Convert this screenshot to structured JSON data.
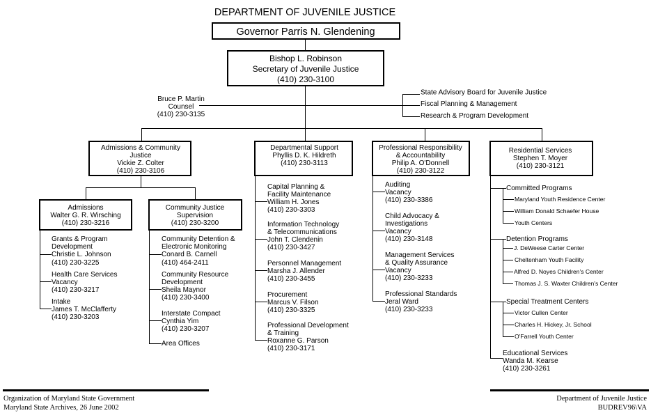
{
  "title": "DEPARTMENT OF JUVENILE JUSTICE",
  "governor": {
    "name": "Governor Parris N. Glendening"
  },
  "secretary": {
    "name": "Bishop L. Robinson",
    "title": "Secretary of Juvenile Justice",
    "phone": "(410) 230-3100"
  },
  "counsel": {
    "name": "Bruce P. Martin",
    "title": "Counsel",
    "phone": "(410) 230-3135"
  },
  "staff_units": [
    "State Advisory Board for Juvenile Justice",
    "Fiscal Planning & Management",
    "Research & Program Development"
  ],
  "divisions": {
    "admissions_community": {
      "lines": [
        "Admissions & Community",
        "Justice",
        "Vickie Z. Colter",
        "(410) 230-3106"
      ],
      "subdivisions": {
        "admissions": {
          "lines": [
            "Admissions",
            "Walter G. R. Wirsching",
            "(410) 230-3216"
          ],
          "units": [
            {
              "lines": [
                "Grants & Program",
                "Development",
                "Christie L. Johnson",
                "(410) 230-3225"
              ]
            },
            {
              "lines": [
                "Health Care Services",
                "Vacancy",
                "(410) 230-3217"
              ]
            },
            {
              "lines": [
                "Intake",
                "James T. McClafferty",
                "(410) 230-3203"
              ]
            }
          ]
        },
        "community_supervision": {
          "lines": [
            "Community Justice",
            "Supervision",
            "(410) 230-3200"
          ],
          "units": [
            {
              "lines": [
                "Community Detention &",
                "Electronic Monitoring",
                "Conard B. Carnell",
                "(410) 464-2411"
              ]
            },
            {
              "lines": [
                "Community Resource",
                "Development",
                "Sheila Maynor",
                "(410) 230-3400"
              ]
            },
            {
              "lines": [
                "Interstate Compact",
                "Cynthia Yim",
                "(410) 230-3207"
              ]
            },
            {
              "lines": [
                "Area Offices"
              ]
            }
          ]
        }
      }
    },
    "departmental_support": {
      "lines": [
        "Departmental Support",
        "Phyllis D. K. Hildreth",
        "(410) 230-3113"
      ],
      "units": [
        {
          "lines": [
            "Capital Planning &",
            "Facility Maintenance",
            "William H. Jones",
            "(410) 230-3303"
          ]
        },
        {
          "lines": [
            "Information Technology",
            "& Telecommunications",
            "John T. Clendenin",
            "(410) 230-3427"
          ]
        },
        {
          "lines": [
            "Personnel Management",
            "Marsha J. Allender",
            "(410) 230-3455"
          ]
        },
        {
          "lines": [
            "Procurement",
            "Marcus V. Filson",
            "(410) 230-3325"
          ]
        },
        {
          "lines": [
            "Professional Development",
            "& Training",
            "Roxanne G. Parson",
            "(410) 230-3171"
          ]
        }
      ]
    },
    "professional_responsibility": {
      "lines": [
        "Professional Responsibility",
        "& Accountability",
        "Philip A. O'Donnell",
        "(410) 230-3122"
      ],
      "units": [
        {
          "lines": [
            "Auditing",
            "Vacancy",
            "(410) 230-3386"
          ]
        },
        {
          "lines": [
            "Child Advocacy &",
            "Investigations",
            "Vacancy",
            "(410) 230-3148"
          ]
        },
        {
          "lines": [
            "Management Services",
            "& Quality Assurance",
            "Vacancy",
            "(410) 230-3233"
          ]
        },
        {
          "lines": [
            "Professional Standards",
            "Jeral Ward",
            "(410) 230-3233"
          ]
        }
      ]
    },
    "residential_services": {
      "lines": [
        "Residential Services",
        "Stephen T. Moyer",
        "(410) 230-3121"
      ],
      "groups": [
        {
          "label": "Committed Programs",
          "items": [
            "Maryland Youth Residence Center",
            "William Donald Schaefer House",
            "Youth Centers"
          ]
        },
        {
          "label": "Detention Programs",
          "items": [
            "J. DeWeese Carter Center",
            "Cheltenham Youth Facility",
            "Alfred D. Noyes Children's Center",
            "Thomas J. S. Waxter Children's Center"
          ]
        },
        {
          "label": "Special Treatment Centers",
          "items": [
            "Victor Cullen Center",
            "Charles H. Hickey, Jr. School",
            "O'Farrell Youth Center"
          ]
        }
      ],
      "educational": {
        "lines": [
          "Educational Services",
          "Wanda M. Kearse",
          "(410) 230-3261"
        ]
      }
    }
  },
  "footer": {
    "left": [
      "Organization of Maryland State Government",
      "Maryland State Archives, 26 June 2002"
    ],
    "right": [
      "Department of Juvenile Justice",
      "BUDREV96\\VA"
    ]
  }
}
